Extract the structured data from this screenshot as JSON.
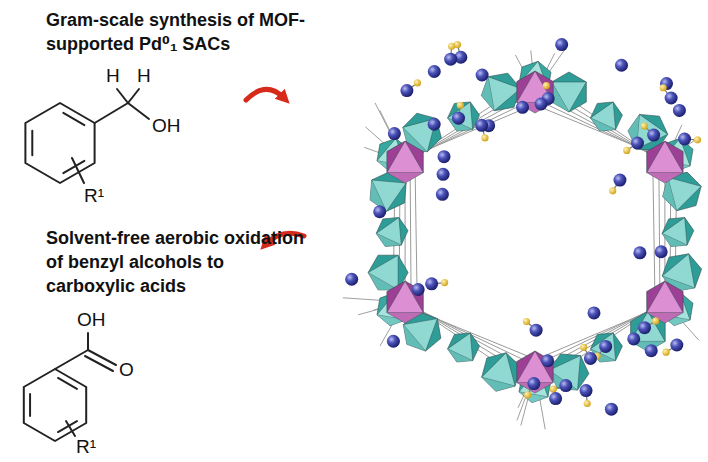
{
  "diagram": {
    "labels": [
      "Gram-scale synthesis of MOF-supported Pd⁰₁ SACs",
      "H",
      "H",
      "OH",
      "R¹",
      "Solvent-free aerobic oxidation of benzyl alcohols to carboxylic acids",
      "OH",
      "O",
      "R¹"
    ]
  }
}
